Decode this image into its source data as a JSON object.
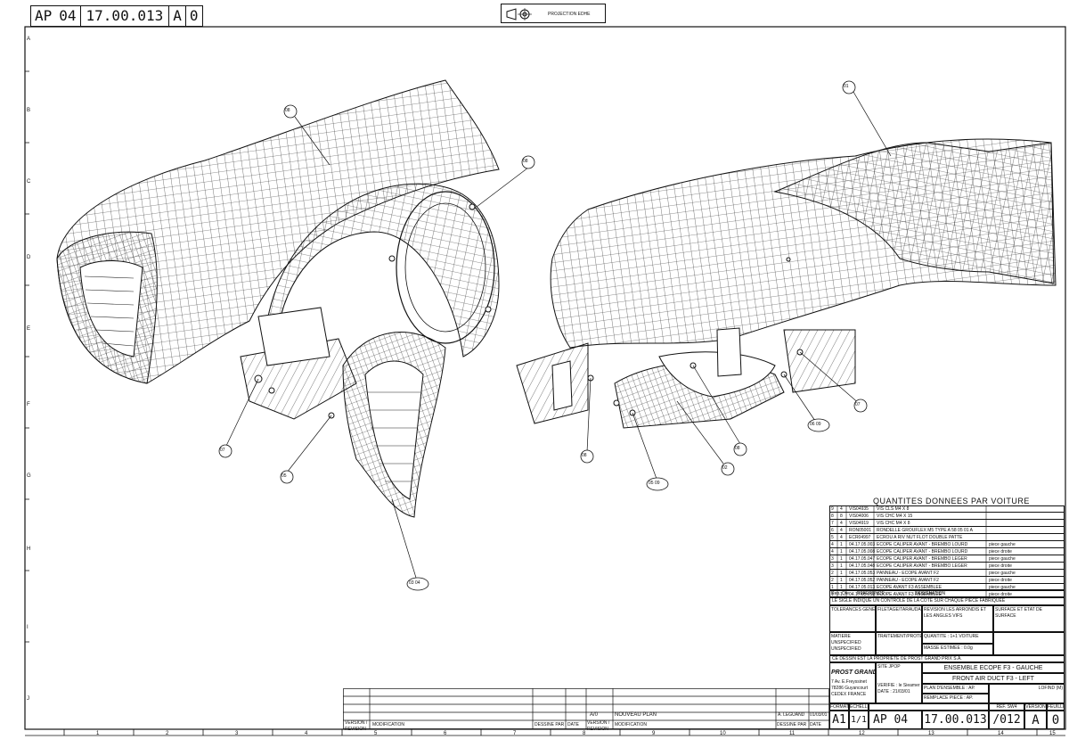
{
  "header": {
    "ref_prefix": "AP",
    "ref_group": "04",
    "ref_number": "17.00.013",
    "version": "A",
    "sheet": "0",
    "projection_label": "PROJECTION EDHE"
  },
  "border": {
    "columns": [
      "1",
      "2",
      "3",
      "4",
      "5",
      "6",
      "7",
      "8",
      "9",
      "10",
      "11",
      "12",
      "13",
      "14",
      "15"
    ],
    "rows": [
      "A",
      "B",
      "C",
      "D",
      "E",
      "F",
      "G",
      "H",
      "I",
      "J"
    ]
  },
  "balloons": {
    "b08_left_top": "08",
    "b08_left_right": "08",
    "b07_left": "07",
    "b05_left": "05",
    "b0304": "03 04",
    "b01": "01",
    "b08_right_mid": "08",
    "b08_right_low": "08",
    "b0509": "05 09",
    "b02": "02",
    "b0609": "06 09",
    "b07_right": "07"
  },
  "bom": {
    "title": "QUANTITES DONNEES PAR VOITURE",
    "rows": [
      {
        "rep": "9",
        "qty": "4",
        "ref": "VIS04935",
        "designation": "VIS CLS M4 X 8",
        "comment": ""
      },
      {
        "rep": "8",
        "qty": "8",
        "ref": "VIS04006",
        "designation": "VIS CHC M4 X 15",
        "comment": ""
      },
      {
        "rep": "7",
        "qty": "4",
        "ref": "VIS04919",
        "designation": "VIS CHC M4 X 8",
        "comment": ""
      },
      {
        "rep": "6",
        "qty": "4",
        "ref": "RON05001",
        "designation": "RONDELLE GROUFLEX M5 TYPE A 58 05 01 A",
        "comment": ""
      },
      {
        "rep": "5",
        "qty": "4",
        "ref": "ECR04997",
        "designation": "ECROU A RIV NUT FLOT DOUBLE PATTE",
        "comment": ""
      },
      {
        "rep": "4",
        "qty": "1",
        "ref": "04.17.05.003",
        "designation": "ECOPE CALIPER AVANT - BREMBO LOURD",
        "comment": "piece gauche"
      },
      {
        "rep": "4",
        "qty": "1",
        "ref": "04.17.05.008",
        "designation": "ECOPE CALIPER AVANT - BREMBO LOURD",
        "comment": "piece droite"
      },
      {
        "rep": "3",
        "qty": "1",
        "ref": "04.17.05.047",
        "designation": "ECOPE CALIPER AVANT - BREMBO LEGER",
        "comment": "piece gauche"
      },
      {
        "rep": "3",
        "qty": "1",
        "ref": "04.17.05.048",
        "designation": "ECOPE CALIPER AVANT - BREMBO LEGER",
        "comment": "piece droite"
      },
      {
        "rep": "2",
        "qty": "1",
        "ref": "04.17.05.053",
        "designation": "PANNEAU - ECOPE AVANT F2",
        "comment": "piece gauche"
      },
      {
        "rep": "2",
        "qty": "1",
        "ref": "04.17.05.052",
        "designation": "PANNEAU - ECOPE AVANT F2",
        "comment": "piece droite"
      },
      {
        "rep": "1",
        "qty": "1",
        "ref": "04.17.05.013",
        "designation": "ECOPE AVANT F3 ASSEMBLEE",
        "comment": "piece gauche"
      },
      {
        "rep": "1",
        "qty": "1",
        "ref": "04.17.05.012",
        "designation": "ECOPE AVANT F3 ASSEMBLEE",
        "comment": "piece droite"
      }
    ],
    "headers": {
      "rep": "Rep.",
      "qty": "Qte",
      "ref": "REFERENCE",
      "designation": "DESIGNATION",
      "comment": "COMMENTS"
    }
  },
  "title_block": {
    "note_line": "LE SIGLE INDIQUE UN CONTROLE DE LA COTE SUR CHAQUE PIECE FABRIQUEE",
    "tolerances": "TOLERANCES GENERALES",
    "filetage": "FILETAGE/TARAUDAGE",
    "revision_note": "REVISION LES ARRONDIS ET LES ANGLES VIFS",
    "surface": "SURFACE ET ETAT DE SURFACE",
    "matiere_label": "MATIERE",
    "matiere_1": "UNSPECIFIED",
    "matiere_2": "UNSPECIFIED",
    "traitement": "TRAITEMENT/PROTECTION",
    "quantite": "QUANTITE : 1+1 VOITURE",
    "masse": "MASSE ESTIMEE : 0.0g",
    "propriete": "CE DESSIN EST LA PROPRIETE DE PROST GRAND PRIX S.A.",
    "site_label": "SITE JPOP",
    "company": "PROST GRAND PRIX",
    "address1": "7 Av. E.Freyssinet",
    "address2": "78286 Guyancourt",
    "address3": "CEDEX FRANCE",
    "title_fr": "ENSEMBLE ECOPE F3 - GAUCHE",
    "title_en": "FRONT AIR DUCT F3 - LEFT",
    "plan_ensemble": "PLAN D'ENSEMBLE : AP.",
    "remplace": "REMPLACE PIECE : AP.",
    "verifie": "VERIFIE : le Sieamer",
    "date": "DATE : 21/03/01",
    "format_label": "FORMAT",
    "echelle_label": "ECHELLE",
    "format": "A1",
    "echelle": "1/1",
    "ref_sw_label": "REF. SW4",
    "version_label": "VERSION",
    "feuille_label": "FEUILLE",
    "ap": "AP",
    "group": "04",
    "number": "17.00.013",
    "ref_sw": "/012",
    "version": "A",
    "sheet": "0",
    "lofind": "LOFIND (M)"
  },
  "revisions": {
    "col_version": "VERSION / REVISION",
    "col_modif": "MODIFICATION",
    "col_dessine": "DESSINE PAR",
    "col_date": "DATE",
    "entry_version": "A/0",
    "entry_modif": "NOUVEAU PLAN",
    "entry_dessine": "A. LEGUAND",
    "entry_date": "01/03/01"
  }
}
